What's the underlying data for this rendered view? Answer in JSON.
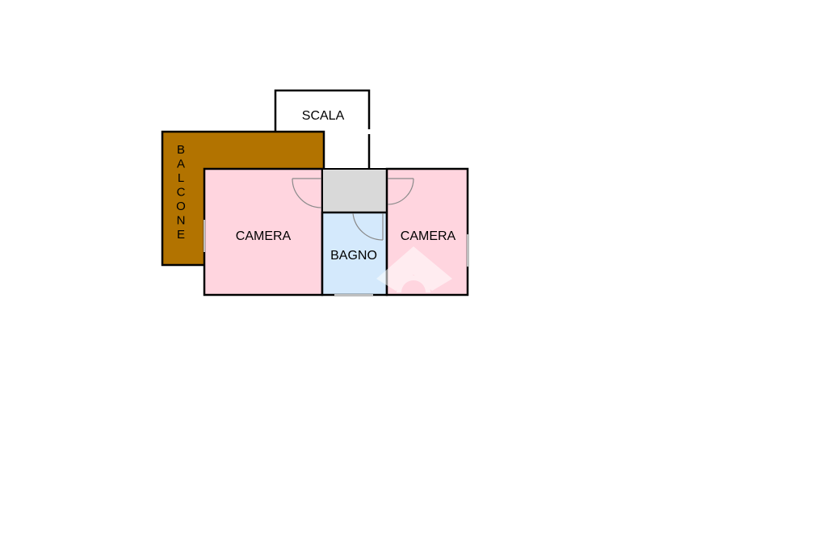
{
  "plan": {
    "colors": {
      "background": "#ffffff",
      "wall": "#000000",
      "balcony": "#b27300",
      "bedroom": "#ffd5df",
      "bathroom": "#d4e9fc",
      "hallway": "#d9d9d9",
      "stair": "#ffffff",
      "door_arc": "#8a8a8a",
      "watermark": "#ffffff"
    },
    "rooms": {
      "stair": {
        "label": "SCALA"
      },
      "balcony": {
        "label": "BALCONE",
        "letters": [
          "B",
          "A",
          "L",
          "C",
          "O",
          "N",
          "E"
        ]
      },
      "bedroom_left": {
        "label": "CAMERA"
      },
      "bathroom": {
        "label": "BAGNO"
      },
      "bedroom_right": {
        "label": "CAMERA"
      }
    }
  }
}
